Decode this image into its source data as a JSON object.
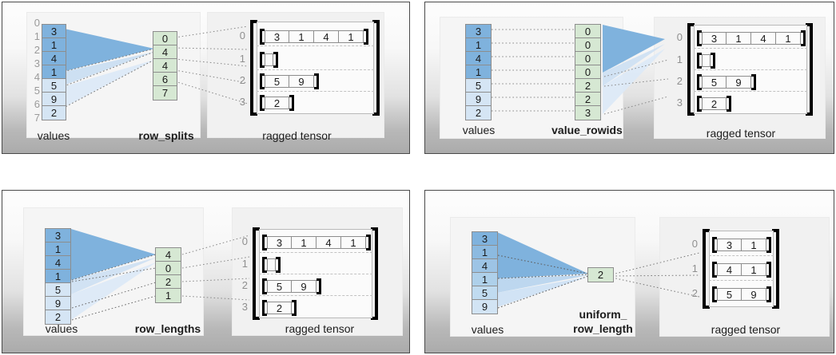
{
  "colors": {
    "value_dark": "#7fb2dd",
    "value_light": "#d5e5f4",
    "partition_green": "#d6e8d3",
    "index_gray": "#9a9a9a",
    "bracket_black": "#000000",
    "card_border": "#4a4a4a"
  },
  "panels": [
    {
      "id": "row-splits",
      "values_caption": "values",
      "partition_caption": "row_splits",
      "tensor_caption": "ragged tensor",
      "value_indices": [
        "0",
        "1",
        "2",
        "3",
        "4",
        "5",
        "6",
        "7"
      ],
      "values": [
        "3",
        "1",
        "4",
        "1",
        "5",
        "9",
        "2"
      ],
      "value_shades": [
        "dark",
        "dark",
        "dark",
        "dark",
        "light",
        "light",
        "light"
      ],
      "partition": [
        "0",
        "4",
        "4",
        "6",
        "7"
      ],
      "tensor_row_labels": [
        "0",
        "1",
        "2",
        "3"
      ],
      "tensor_rows": [
        {
          "cells": [
            "3",
            "1",
            "4",
            "1"
          ],
          "shade": "dark"
        },
        {
          "cells": [
            ""
          ],
          "shade": "light"
        },
        {
          "cells": [
            "5",
            "9"
          ],
          "shade": "light"
        },
        {
          "cells": [
            "2"
          ],
          "shade": "light"
        }
      ]
    },
    {
      "id": "value-rowids",
      "values_caption": "values",
      "partition_caption": "value_rowids",
      "tensor_caption": "ragged tensor",
      "value_indices": [],
      "values": [
        "3",
        "1",
        "4",
        "1",
        "5",
        "9",
        "2"
      ],
      "value_shades": [
        "dark",
        "dark",
        "dark",
        "dark",
        "light",
        "light",
        "light"
      ],
      "partition": [
        "0",
        "0",
        "0",
        "0",
        "2",
        "2",
        "3"
      ],
      "tensor_row_labels": [
        "0",
        "1",
        "2",
        "3"
      ],
      "tensor_rows": [
        {
          "cells": [
            "3",
            "1",
            "4",
            "1"
          ],
          "shade": "dark"
        },
        {
          "cells": [
            ""
          ],
          "shade": "light"
        },
        {
          "cells": [
            "5",
            "9"
          ],
          "shade": "light"
        },
        {
          "cells": [
            "2"
          ],
          "shade": "light"
        }
      ]
    },
    {
      "id": "row-lengths",
      "values_caption": "values",
      "partition_caption": "row_lengths",
      "tensor_caption": "ragged tensor",
      "value_indices": [],
      "values": [
        "3",
        "1",
        "4",
        "1",
        "5",
        "9",
        "2"
      ],
      "value_shades": [
        "dark",
        "dark",
        "dark",
        "dark",
        "light",
        "light",
        "light"
      ],
      "partition": [
        "4",
        "0",
        "2",
        "1"
      ],
      "tensor_row_labels": [
        "0",
        "1",
        "2",
        "3"
      ],
      "tensor_rows": [
        {
          "cells": [
            "3",
            "1",
            "4",
            "1"
          ],
          "shade": "dark"
        },
        {
          "cells": [
            ""
          ],
          "shade": "light"
        },
        {
          "cells": [
            "5",
            "9"
          ],
          "shade": "light"
        },
        {
          "cells": [
            "2"
          ],
          "shade": "light"
        }
      ]
    },
    {
      "id": "uniform-row-length",
      "values_caption": "values",
      "partition_caption_line1": "uniform_",
      "partition_caption_line2": "row_length",
      "tensor_caption": "ragged tensor",
      "value_indices": [],
      "values": [
        "3",
        "1",
        "4",
        "1",
        "5",
        "9"
      ],
      "value_shades": [
        "g1",
        "g2",
        "g3",
        "g4",
        "g5",
        "g6"
      ],
      "partition": [
        "2"
      ],
      "tensor_row_labels": [
        "0",
        "1",
        "2"
      ],
      "tensor_rows": [
        {
          "cells": [
            "3",
            "1"
          ],
          "shade": "g1"
        },
        {
          "cells": [
            "4",
            "1"
          ],
          "shade": "g3"
        },
        {
          "cells": [
            "5",
            "9"
          ],
          "shade": "g5"
        }
      ]
    }
  ]
}
